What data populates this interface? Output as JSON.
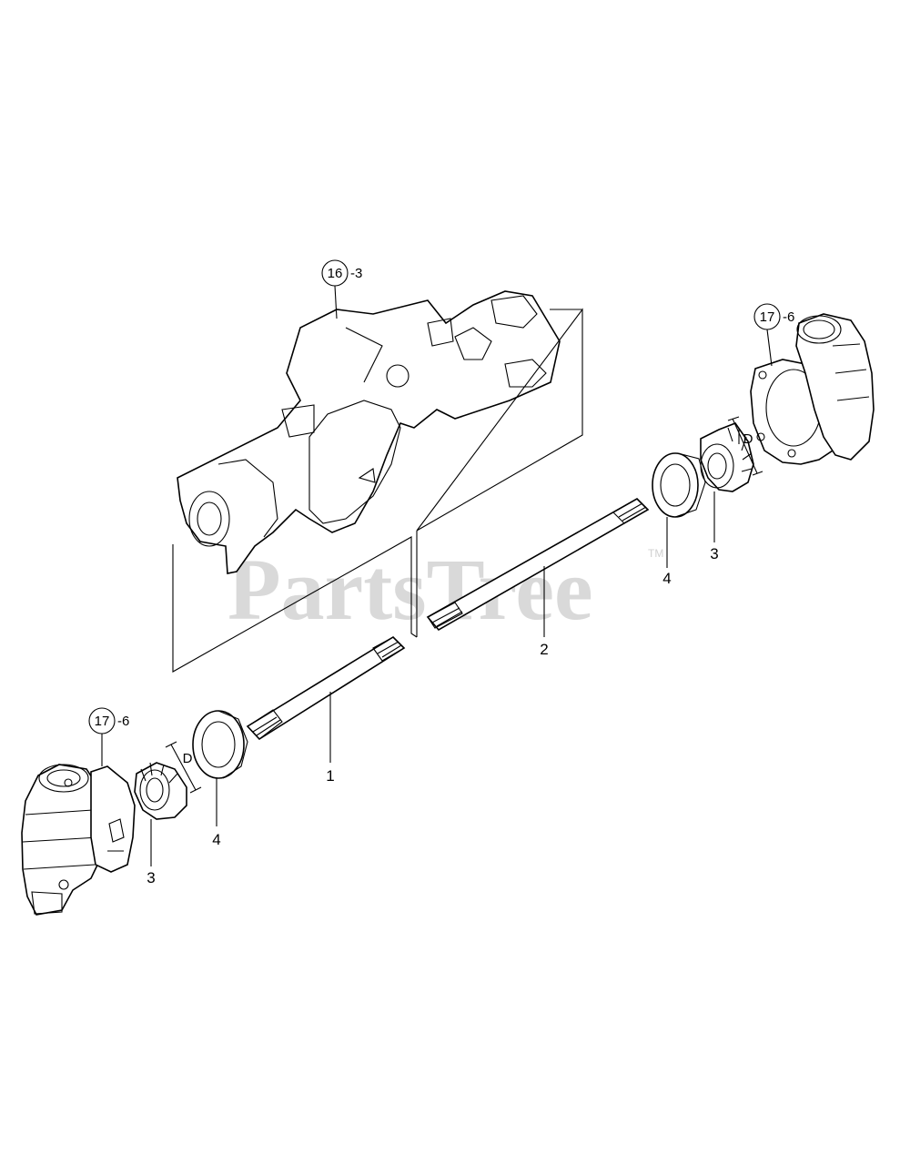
{
  "watermark": {
    "text": "PartsTree",
    "trademark": "TM"
  },
  "refs": {
    "housing_top": {
      "circle": "16",
      "suffix": "-3"
    },
    "knuckle_right": {
      "circle": "17",
      "suffix": "-6"
    },
    "knuckle_left": {
      "circle": "17",
      "suffix": "-6"
    }
  },
  "callouts": {
    "shaft_1": "1",
    "shaft_2": "2",
    "gear_3_right": "3",
    "gear_3_left": "3",
    "bearing_4_right": "4",
    "bearing_4_left": "4",
    "dim_d_right": "D",
    "dim_d_left": "D"
  }
}
